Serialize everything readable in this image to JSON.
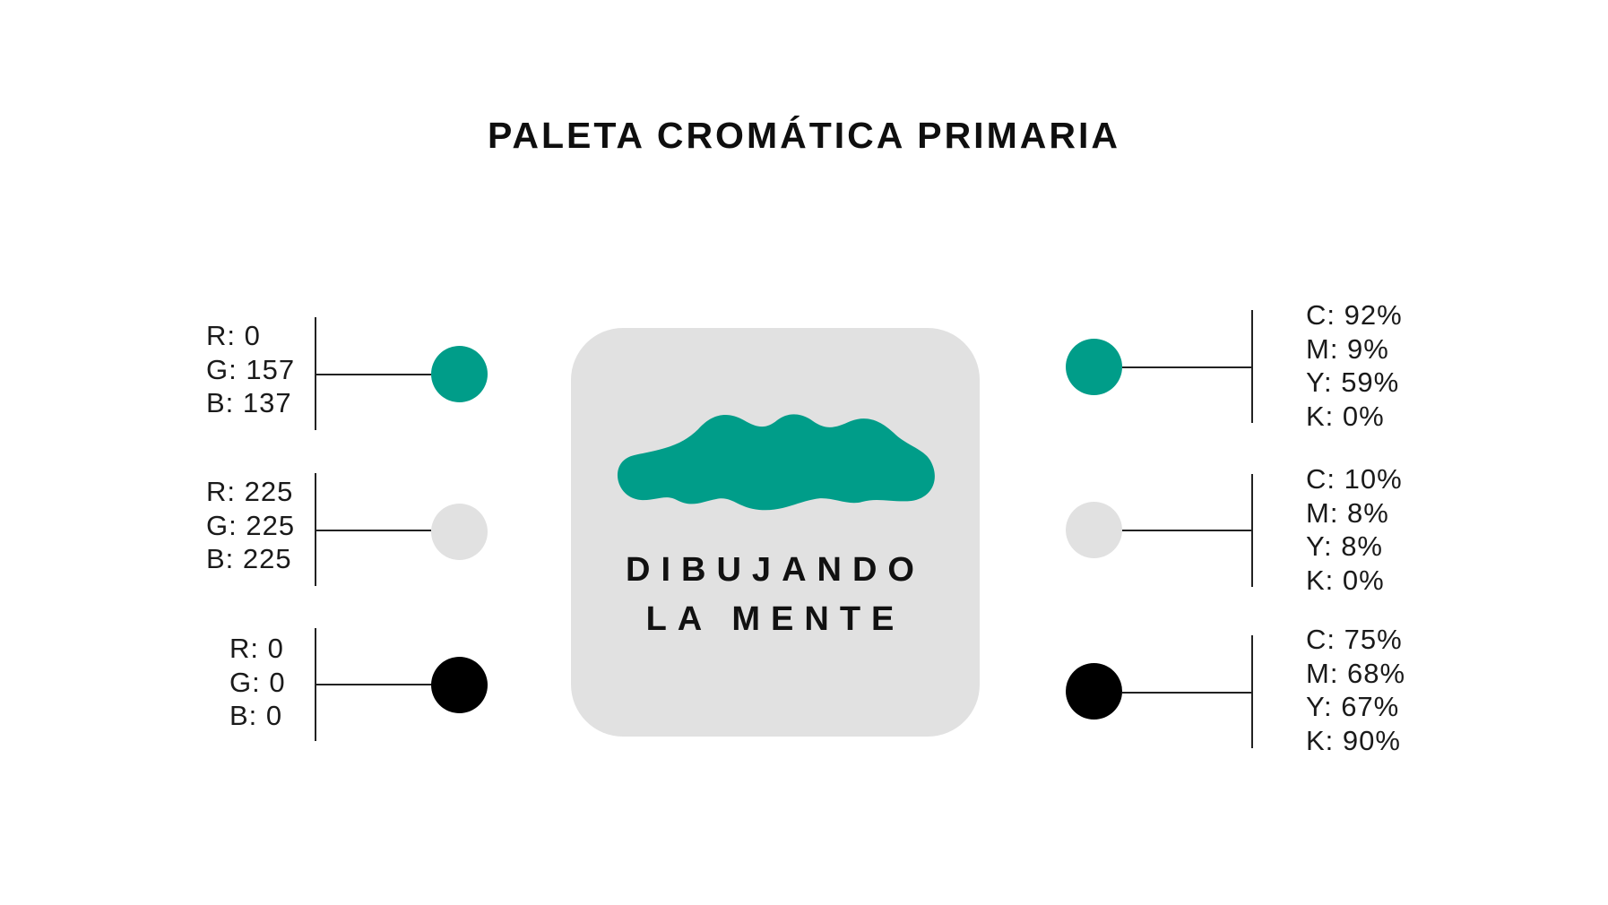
{
  "title": "PALETA CROMÁTICA PRIMARIA",
  "logo": {
    "line1": "DIBUJANDO",
    "line2": "LA MENTE",
    "color": "#009D89"
  },
  "card_color": "#E1E1E1",
  "colors": [
    {
      "hex": "#009D89",
      "rgb": [
        "R: 0",
        "G: 157",
        "B: 137"
      ],
      "cmyk": [
        "C: 92%",
        "M: 9%",
        "Y: 59%",
        "K: 0%"
      ]
    },
    {
      "hex": "#E1E1E1",
      "rgb": [
        "R: 225",
        "G: 225",
        "B: 225"
      ],
      "cmyk": [
        "C: 10%",
        "M: 8%",
        "Y: 8%",
        "K: 0%"
      ]
    },
    {
      "hex": "#000000",
      "rgb": [
        "R: 0",
        "G: 0",
        "B: 0"
      ],
      "cmyk": [
        "C: 75%",
        "M: 68%",
        "Y: 67%",
        "K: 90%"
      ]
    }
  ]
}
